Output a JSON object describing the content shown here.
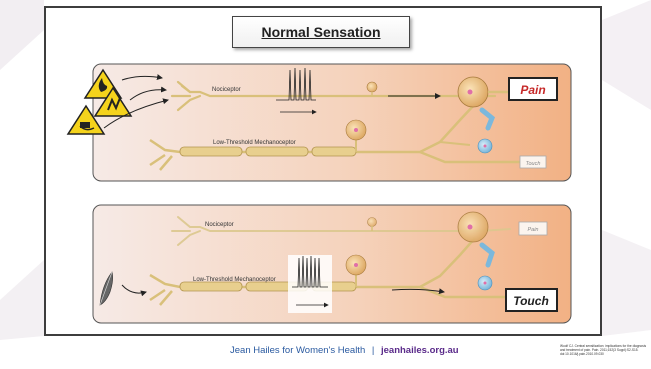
{
  "title": "Normal Sensation",
  "panel_top": {
    "nociceptor_label": "Nociceptor",
    "mechanoceptor_label": "Low-Threshold Mechanoceptor",
    "pain_label": "Pain",
    "touch_label": "Touch"
  },
  "panel_bottom": {
    "nociceptor_label": "Nociceptor",
    "mechanoceptor_label": "Low-Threshold Mechanoceptor",
    "pain_label": "Pain",
    "touch_label": "Touch"
  },
  "footer": {
    "org": "Jean Hailes for Women's Health",
    "separator": "|",
    "url": "jeanhailes.org.au"
  },
  "citation": "Woolf CJ. Central sensitization: implications for the diagnosis and treatment of pain. Pain. 2011;152(3 Suppl):S2-S15. doi:10.1016/j.pain.2010.09.030",
  "colors": {
    "nerve": "#d9c07a",
    "panel_bg_start": "#f7ece6",
    "panel_bg_end": "#f4b88e",
    "pain_text": "#c62828",
    "cell": "#e8b87a",
    "synapse_blue": "#7bb8dc",
    "warning_yellow": "#f5d31c"
  },
  "icons": [
    "fire-warning-icon",
    "corrosive-warning-icon",
    "chemical-warning-icon",
    "feather-icon"
  ]
}
